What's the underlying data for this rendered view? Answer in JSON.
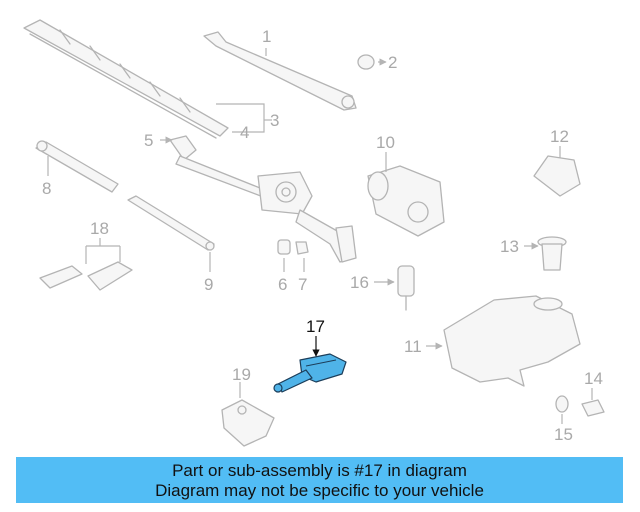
{
  "callouts": {
    "c1": "1",
    "c2": "2",
    "c3": "3",
    "c4": "4",
    "c5": "5",
    "c6": "6",
    "c7": "7",
    "c8": "8",
    "c9": "9",
    "c10": "10",
    "c11": "11",
    "c12": "12",
    "c13": "13",
    "c14": "14",
    "c15": "15",
    "c16": "16",
    "c17": "17",
    "c18": "18",
    "c19": "19"
  },
  "highlight": {
    "part_number": "17",
    "color": "#52bdf5"
  },
  "banner": {
    "line1": "Part or sub-assembly is #17 in diagram",
    "line2": "Diagram may not be specific to your vehicle"
  }
}
